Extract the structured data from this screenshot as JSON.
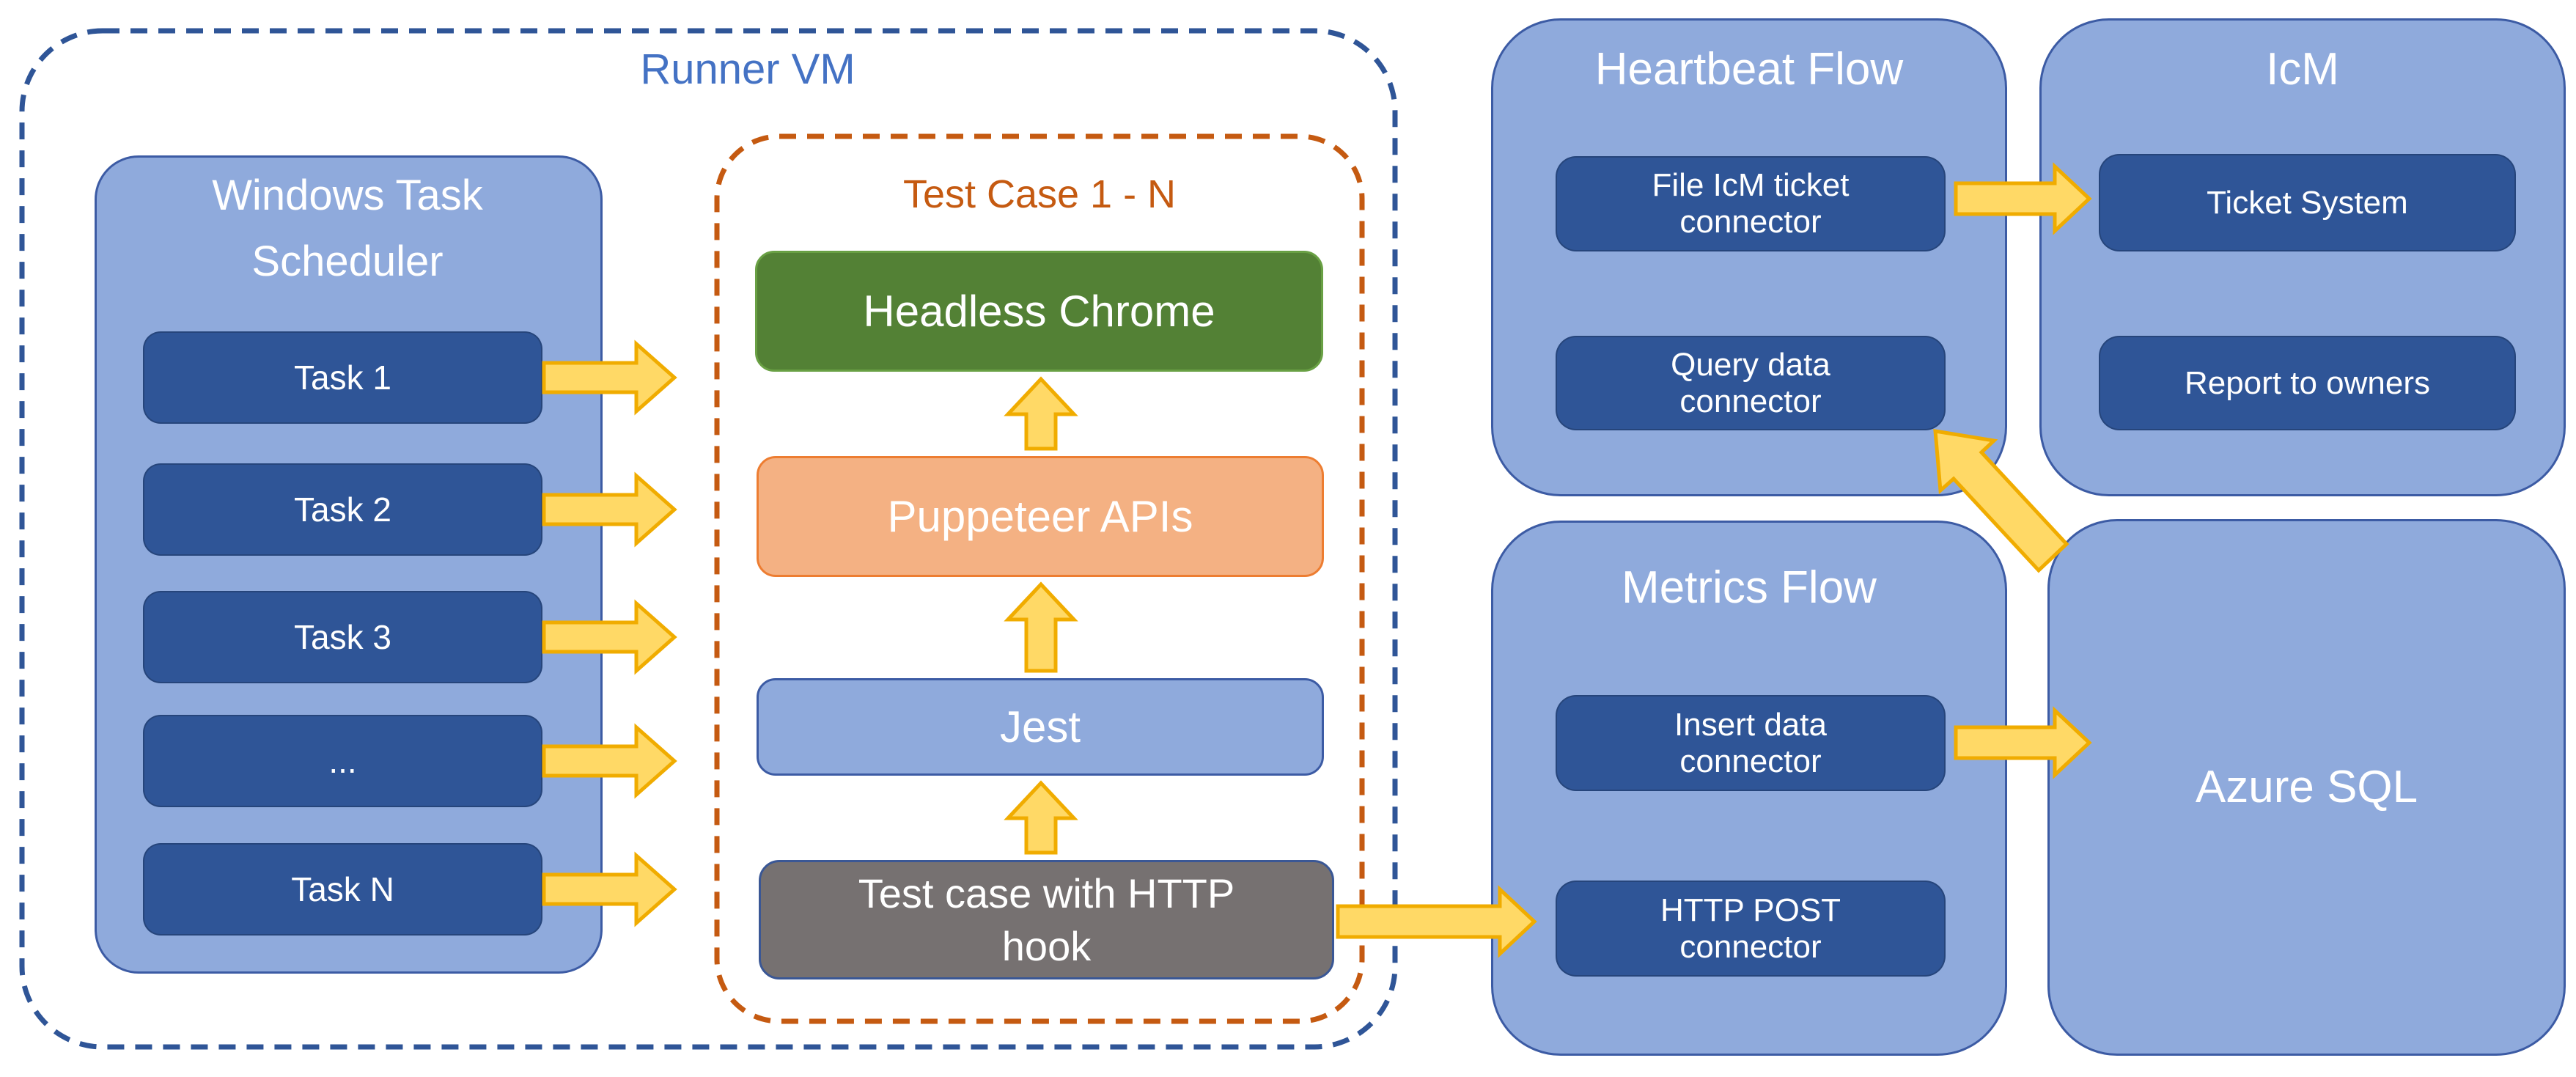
{
  "runner_vm": {
    "title": "Runner VM"
  },
  "scheduler": {
    "title": "Windows Task Scheduler",
    "tasks": [
      "Task 1",
      "Task 2",
      "Task 3",
      "...",
      "Task N"
    ]
  },
  "test_case": {
    "title": "Test Case 1 - N",
    "headless": "Headless Chrome",
    "puppeteer": "Puppeteer APIs",
    "jest": "Jest",
    "hook": "Test case with HTTP hook"
  },
  "heartbeat": {
    "title": "Heartbeat Flow",
    "file_icm": "File IcM ticket connector",
    "query": "Query data connector"
  },
  "icm": {
    "title": "IcM",
    "ticket": "Ticket System",
    "report": "Report to owners"
  },
  "metrics": {
    "title": "Metrics Flow",
    "insert": "Insert data connector",
    "post": "HTTP POST connector"
  },
  "azure": {
    "title": "Azure SQL"
  },
  "colors": {
    "container_light_blue": "#8FAADC",
    "container_border": "#3C5BA4",
    "box_dark_blue": "#2F5597",
    "green": "#538135",
    "peach_fill": "#F4B183",
    "peach_border": "#ED7D31",
    "gray_fill": "#767171",
    "arrow_fill": "#FFD966",
    "arrow_stroke": "#F0AC00",
    "dash_blue": "#2F5597",
    "dash_orange": "#C55A11",
    "runner_title_text": "#4472C4",
    "test_case_title_text": "#C55A11",
    "text_white": "#FFFFFF"
  }
}
